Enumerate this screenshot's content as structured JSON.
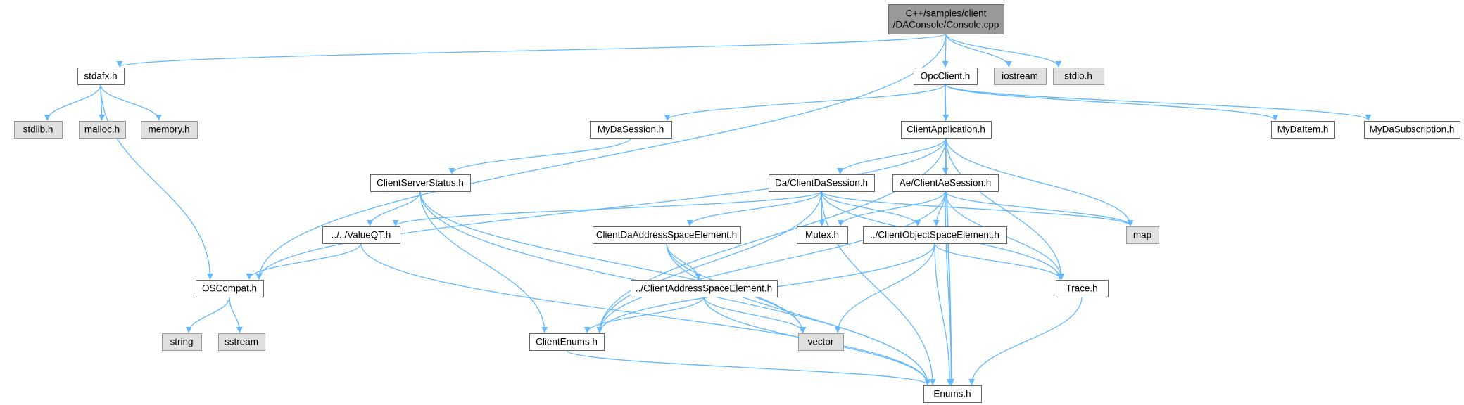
{
  "colors": {
    "edge": "#63b8ff",
    "root_fill": "#999999",
    "external_fill": "#e0e0e0",
    "node_fill": "#ffffff",
    "border": "#666666"
  },
  "nodes": {
    "console": {
      "lines": [
        "C++/samples/client",
        "/DAConsole/Console.cpp"
      ],
      "kind": "root"
    },
    "stdafx": {
      "lines": [
        "stdafx.h"
      ],
      "kind": "normal"
    },
    "opcclient": {
      "lines": [
        "OpcClient.h"
      ],
      "kind": "normal"
    },
    "iostream": {
      "lines": [
        "iostream"
      ],
      "kind": "external"
    },
    "stdio": {
      "lines": [
        "stdio.h"
      ],
      "kind": "external"
    },
    "stdlib": {
      "lines": [
        "stdlib.h"
      ],
      "kind": "external"
    },
    "malloc": {
      "lines": [
        "malloc.h"
      ],
      "kind": "external"
    },
    "memory": {
      "lines": [
        "memory.h"
      ],
      "kind": "external"
    },
    "mydasession": {
      "lines": [
        "MyDaSession.h"
      ],
      "kind": "normal"
    },
    "clientapp": {
      "lines": [
        "ClientApplication.h"
      ],
      "kind": "normal"
    },
    "mydaitem": {
      "lines": [
        "MyDaItem.h"
      ],
      "kind": "normal"
    },
    "mydasub": {
      "lines": [
        "MyDaSubscription.h"
      ],
      "kind": "normal"
    },
    "clientserverstatus": {
      "lines": [
        "ClientServerStatus.h"
      ],
      "kind": "normal"
    },
    "daclientdasession": {
      "lines": [
        "Da/ClientDaSession.h"
      ],
      "kind": "normal"
    },
    "aeclientaesession": {
      "lines": [
        "Ae/ClientAeSession.h"
      ],
      "kind": "normal"
    },
    "valueqt": {
      "lines": [
        "../../ValueQT.h"
      ],
      "kind": "normal"
    },
    "clientdaaddr": {
      "lines": [
        "ClientDaAddressSpaceElement.h"
      ],
      "kind": "normal"
    },
    "mutex": {
      "lines": [
        "Mutex.h"
      ],
      "kind": "normal"
    },
    "clientobj": {
      "lines": [
        "../ClientObjectSpaceElement.h"
      ],
      "kind": "normal"
    },
    "map": {
      "lines": [
        "map"
      ],
      "kind": "external"
    },
    "oscompat": {
      "lines": [
        "OSCompat.h"
      ],
      "kind": "normal"
    },
    "clientaddr": {
      "lines": [
        "../ClientAddressSpaceElement.h"
      ],
      "kind": "normal"
    },
    "trace": {
      "lines": [
        "Trace.h"
      ],
      "kind": "normal"
    },
    "string": {
      "lines": [
        "string"
      ],
      "kind": "external"
    },
    "sstream": {
      "lines": [
        "sstream"
      ],
      "kind": "external"
    },
    "clientenums": {
      "lines": [
        "ClientEnums.h"
      ],
      "kind": "normal"
    },
    "vector": {
      "lines": [
        "vector"
      ],
      "kind": "external"
    },
    "enums": {
      "lines": [
        "Enums.h"
      ],
      "kind": "normal"
    }
  },
  "edges": [
    [
      "console",
      "stdafx"
    ],
    [
      "console",
      "oscompat"
    ],
    [
      "console",
      "opcclient"
    ],
    [
      "console",
      "iostream"
    ],
    [
      "console",
      "stdio"
    ],
    [
      "stdafx",
      "stdlib"
    ],
    [
      "stdafx",
      "malloc"
    ],
    [
      "stdafx",
      "memory"
    ],
    [
      "stdafx",
      "oscompat"
    ],
    [
      "opcclient",
      "mydasession"
    ],
    [
      "opcclient",
      "clientapp"
    ],
    [
      "opcclient",
      "mydaitem"
    ],
    [
      "opcclient",
      "mydasub"
    ],
    [
      "opcclient",
      "enums"
    ],
    [
      "mydasession",
      "clientserverstatus"
    ],
    [
      "clientapp",
      "oscompat"
    ],
    [
      "clientapp",
      "daclientdasession"
    ],
    [
      "clientapp",
      "aeclientaesession"
    ],
    [
      "clientapp",
      "map"
    ],
    [
      "clientapp",
      "trace"
    ],
    [
      "clientapp",
      "clientenums"
    ],
    [
      "clientapp",
      "enums"
    ],
    [
      "clientserverstatus",
      "valueqt"
    ],
    [
      "clientserverstatus",
      "clientenums"
    ],
    [
      "clientserverstatus",
      "vector"
    ],
    [
      "clientserverstatus",
      "enums"
    ],
    [
      "daclientdasession",
      "valueqt"
    ],
    [
      "daclientdasession",
      "clientdaaddr"
    ],
    [
      "daclientdasession",
      "mutex"
    ],
    [
      "daclientdasession",
      "clientobj"
    ],
    [
      "daclientdasession",
      "map"
    ],
    [
      "daclientdasession",
      "trace"
    ],
    [
      "daclientdasession",
      "clientenums"
    ],
    [
      "daclientdasession",
      "enums"
    ],
    [
      "aeclientaesession",
      "mutex"
    ],
    [
      "aeclientaesession",
      "clientobj"
    ],
    [
      "aeclientaesession",
      "map"
    ],
    [
      "aeclientaesession",
      "trace"
    ],
    [
      "aeclientaesession",
      "clientenums"
    ],
    [
      "aeclientaesession",
      "enums"
    ],
    [
      "valueqt",
      "oscompat"
    ],
    [
      "valueqt",
      "enums"
    ],
    [
      "clientdaaddr",
      "clientaddr"
    ],
    [
      "clientdaaddr",
      "vector"
    ],
    [
      "clientdaaddr",
      "enums"
    ],
    [
      "clientobj",
      "trace"
    ],
    [
      "clientobj",
      "clientenums"
    ],
    [
      "clientobj",
      "vector"
    ],
    [
      "clientobj",
      "enums"
    ],
    [
      "oscompat",
      "string"
    ],
    [
      "oscompat",
      "sstream"
    ],
    [
      "clientaddr",
      "clientenums"
    ],
    [
      "clientaddr",
      "vector"
    ],
    [
      "clientaddr",
      "enums"
    ],
    [
      "trace",
      "enums"
    ],
    [
      "clientenums",
      "enums"
    ]
  ]
}
